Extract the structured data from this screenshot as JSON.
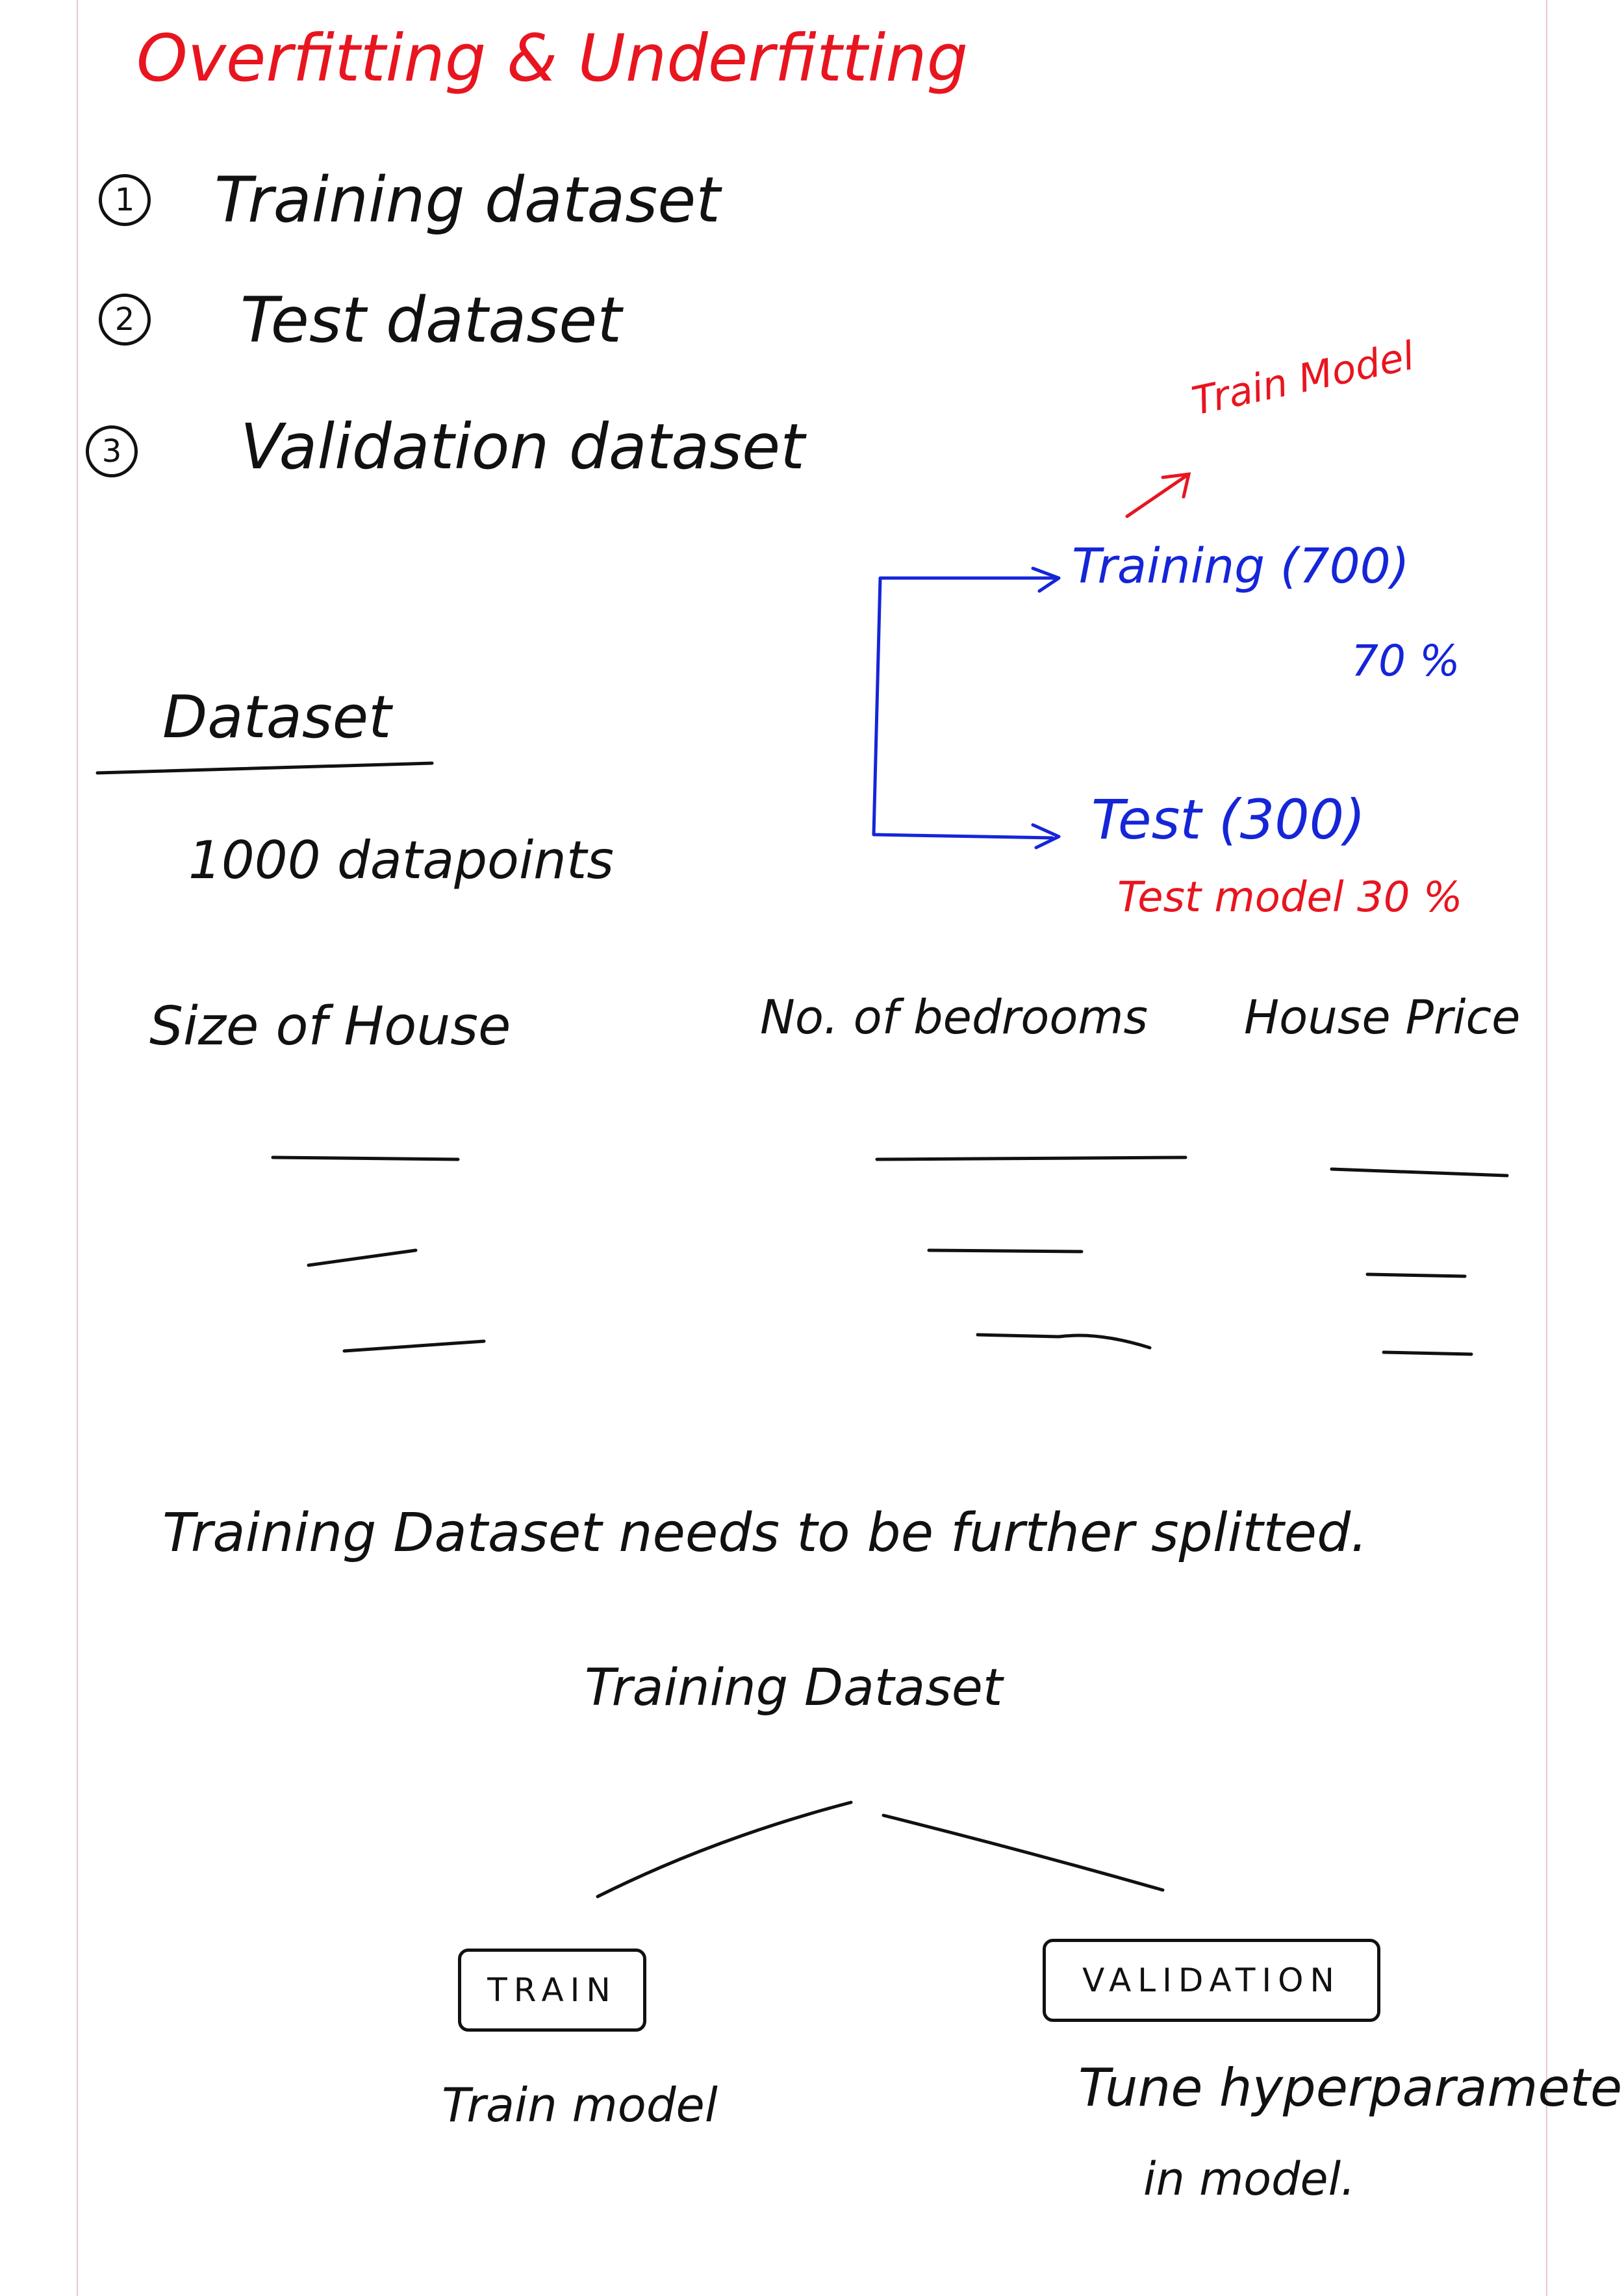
{
  "title": "Overfitting & Underfitting",
  "list": [
    {
      "num": "1",
      "label": "Training dataset"
    },
    {
      "num": "2",
      "label": "Test dataset"
    },
    {
      "num": "3",
      "label": "Validation dataset"
    }
  ],
  "dataset_heading": "Dataset",
  "datapoints": "1000 datapoints",
  "split": {
    "training": "Training (700)",
    "training_note": "70 %",
    "train_model": "Train Model",
    "test": "Test (300)",
    "test_note": "Test model 30 %"
  },
  "columns": [
    "Size of House",
    "No. of bedrooms",
    "House Price"
  ],
  "further_split": "Training Dataset needs to be further splitted.",
  "tree": {
    "root": "Training Dataset",
    "left": "TRAIN",
    "right": "VALIDATION",
    "left_note": "Train model",
    "right_note_line1": "Tune hyperparameters",
    "right_note_line2": "in model."
  },
  "colors": {
    "title": "#e8151f",
    "split": "#1525d8",
    "ink": "#111111",
    "margin": "#e8c7cc"
  }
}
